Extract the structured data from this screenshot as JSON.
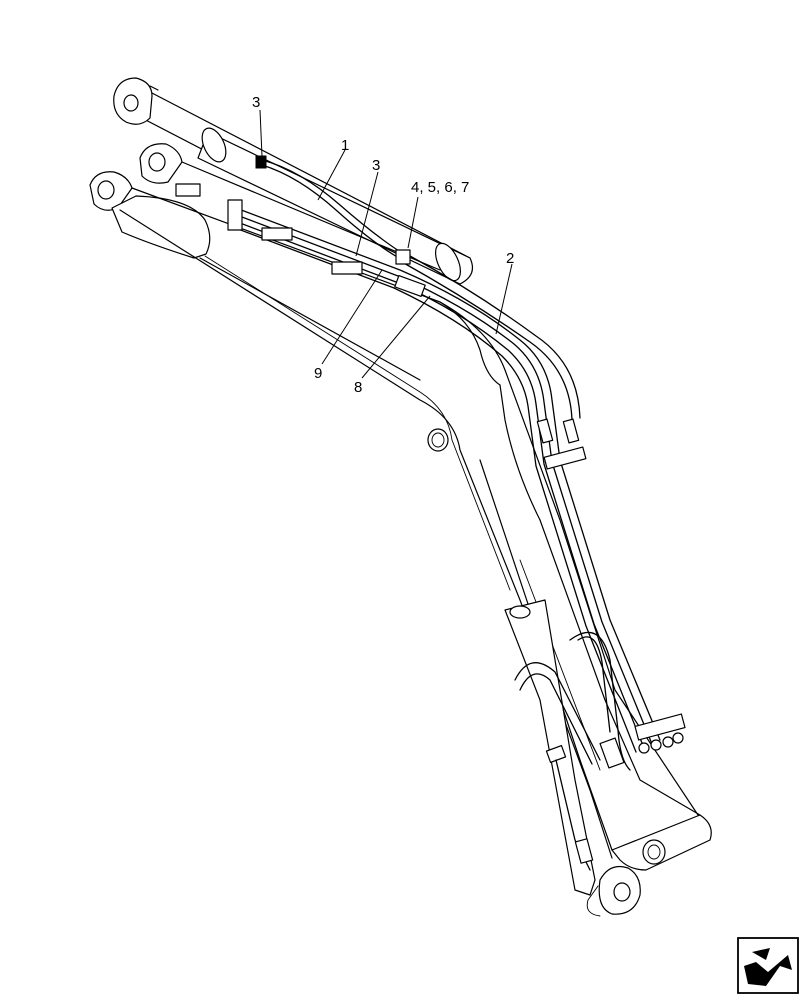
{
  "callouts": [
    {
      "id": "c1",
      "text": "1"
    },
    {
      "id": "c2",
      "text": "2"
    },
    {
      "id": "c3a",
      "text": "3"
    },
    {
      "id": "c3b",
      "text": "3"
    },
    {
      "id": "c4567",
      "text": "4, 5, 6, 7"
    },
    {
      "id": "c8",
      "text": "8"
    },
    {
      "id": "c9",
      "text": "9"
    }
  ],
  "icons": {
    "nav": "next-page-arrow-icon"
  }
}
